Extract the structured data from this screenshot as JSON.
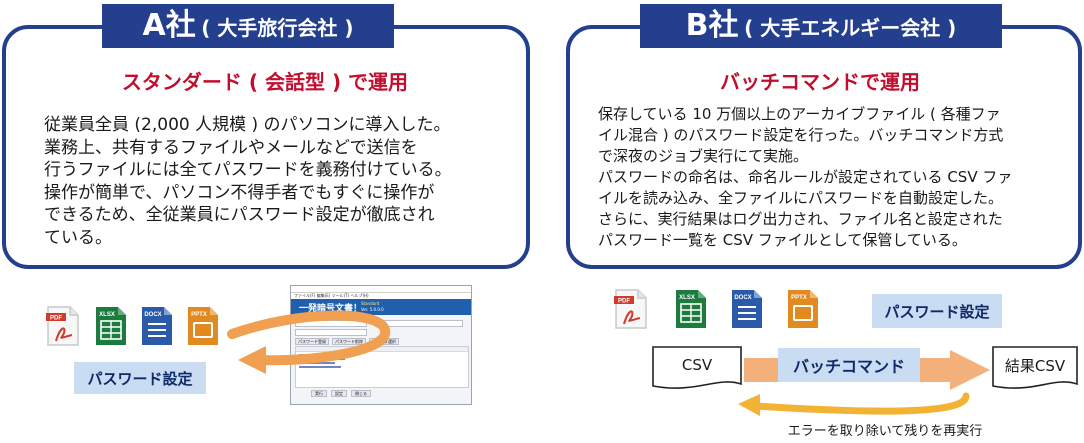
{
  "left": {
    "header_big": "A",
    "header_sha": "社",
    "header_paren": "( 大手旅行会社 )",
    "subtitle": "スタンダード ( 会話型 ) で運用",
    "body_lines": [
      "従業員全員 (2,000 人規模 ) のパソコンに導入した。",
      "業務上、共有するファイルやメールなどで送信を",
      "行うファイルには全てパスワードを義務付けている。",
      "操作が簡単で、パソコン不得手者でもすぐに操作が",
      "できるため、全従業員にパスワード設定が徹底され",
      "ている。"
    ],
    "files": [
      "PDF",
      "XLSX",
      "DOCX",
      "PPTX"
    ],
    "password_box": "パスワード設定",
    "app": {
      "title": "一発暗号文書！",
      "edition": "Standard",
      "version": "Ver. 5.0.0.0",
      "menu": "ファイル(F)  編集(E)  ツール(T)  ヘルプ(H)",
      "buttons": [
        "パスワード登録",
        "パスワード削除",
        "フォルダ選択"
      ],
      "footer_buttons": [
        "実行",
        "設定",
        "閉じる"
      ]
    }
  },
  "right": {
    "header_big": "B",
    "header_sha": "社",
    "header_paren": "( 大手エネルギー会社 )",
    "subtitle": "バッチコマンドで運用",
    "body_lines": [
      "保存している 10 万個以上のアーカイブファイル ( 各種ファ",
      "イル混合 ) のパスワード設定を行った。バッチコマンド方式",
      "で深夜のジョブ実行にて実施。",
      "パスワードの命名は、命名ルールが設定されている CSV ファ",
      "イルを読み込み、全ファイルにパスワードを自動設定した。",
      "さらに、実行結果はログ出力され、ファイル名と設定された",
      "パスワード一覧を CSV ファイルとして保管している。"
    ],
    "files": [
      "PDF",
      "XLSX",
      "DOCX",
      "PPTX"
    ],
    "password_box": "パスワード設定",
    "csv_label": "CSV",
    "batch_label": "バッチコマンド",
    "result_label": "結果CSV",
    "retry_label": "エラーを取り除いて残りを再実行"
  },
  "colors": {
    "navy": "#233f8e",
    "red": "#c20e2e",
    "light_blue": "#c9dcf2",
    "orange": "#f0a050",
    "pdf": "#d23a2e",
    "xlsx": "#1e7b40",
    "docx": "#2a5aa8",
    "pptx": "#e08a20"
  }
}
